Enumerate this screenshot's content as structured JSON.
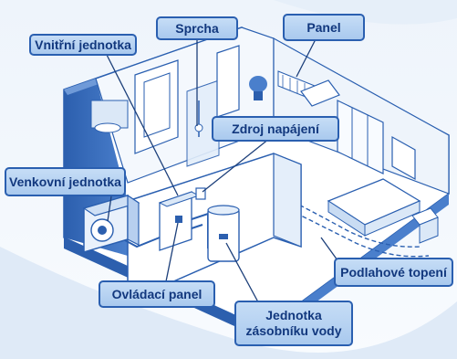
{
  "labels": {
    "indoor_unit": "Vnitřní jednotka",
    "shower": "Sprcha",
    "panel": "Panel",
    "power_supply": "Zdroj napájení",
    "outdoor_unit": "Venkovní jednotka",
    "underfloor_heating": "Podlahové topení",
    "control_panel": "Ovládací panel",
    "water_tank_line1": "Jednotka",
    "water_tank_line2": "zásobníku vody"
  },
  "colors": {
    "label_fill": "#b6d2f2",
    "label_border": "#2a5fb0",
    "label_text": "#12387e",
    "leader_line": "#1c3f7a",
    "background_swoosh": "#dce9f8"
  }
}
